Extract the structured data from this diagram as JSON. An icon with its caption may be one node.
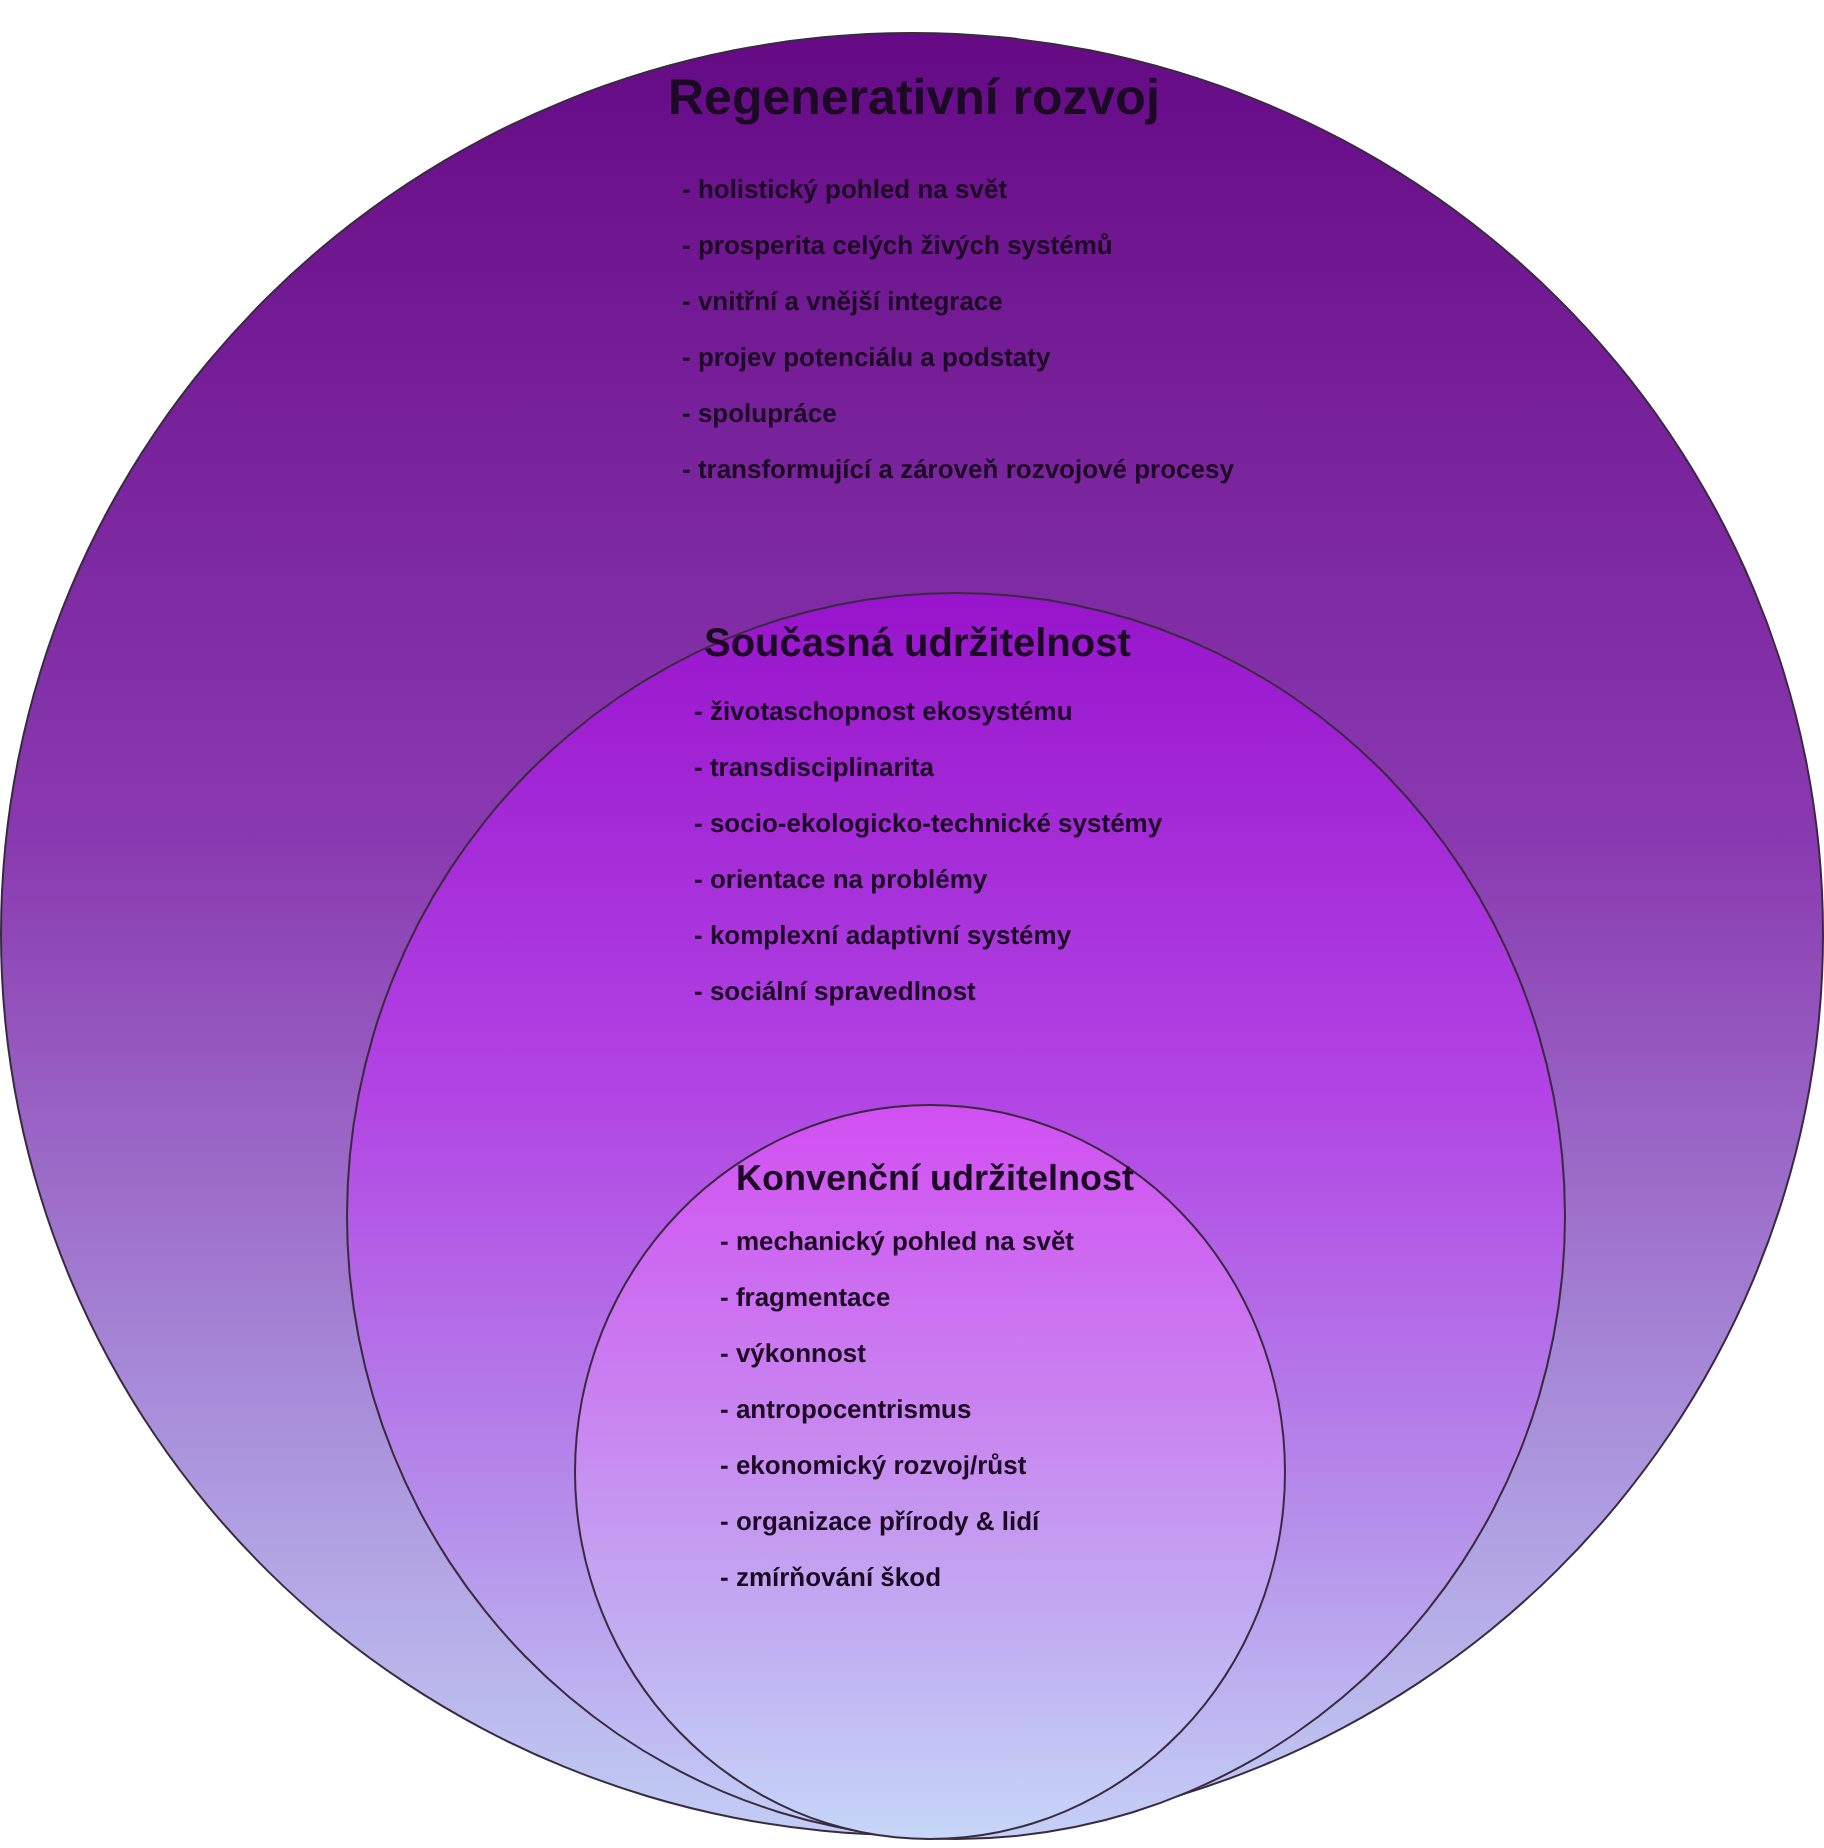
{
  "diagram": {
    "nodes": [
      {
        "text": [
          "Regenerativní rozvoj",
          "- holistický pohled na svět",
          "- prosperita celých živých systémů",
          "- vnitřní a vnější integrace",
          "- projev potenciálu a podstaty",
          "- spolupráce",
          "- transformující a zároveň rozvojové procesy"
        ]
      },
      {
        "text": [
          "Současná udržitelnost",
          "- životaschopnost ekosystému",
          "- transdisciplinarita",
          "- socio-ekologicko-technické systémy",
          "- orientace na problémy",
          "- komplexní adaptivní systémy",
          "- sociální spravedlnost"
        ],
        "in": 0
      },
      {
        "text": [
          "Konvenční udržitelnost",
          "- mechanický pohled na svět",
          "- fragmentace",
          "- výkonnost",
          "- antropocentrismus",
          "- ekonomický rozvoj/růst",
          "- organizace přírody & lidí",
          "- zmírňování škod"
        ],
        "in": 1
      }
    ],
    "edges": []
  }
}
